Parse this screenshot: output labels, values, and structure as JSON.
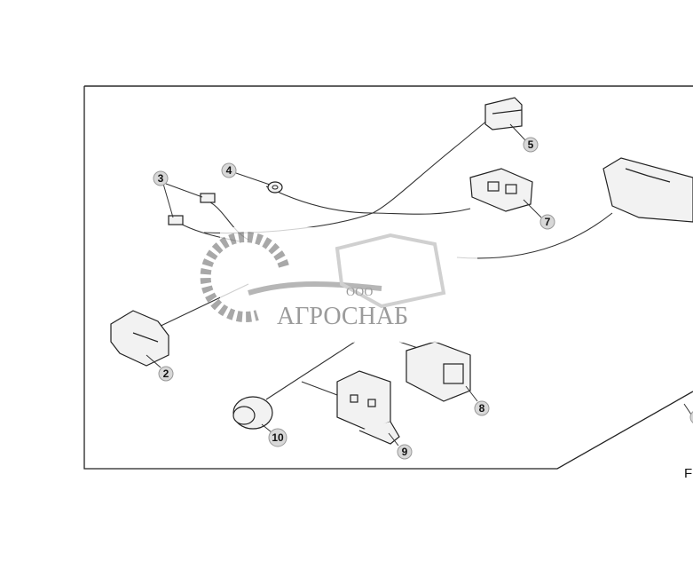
{
  "diagram": {
    "callouts": [
      "2",
      "3",
      "4",
      "5",
      "7",
      "8",
      "9",
      "10"
    ],
    "edge_label": "F"
  },
  "watermark": {
    "company_prefix": "ООО",
    "company_name": "АГРОСНАБ"
  }
}
